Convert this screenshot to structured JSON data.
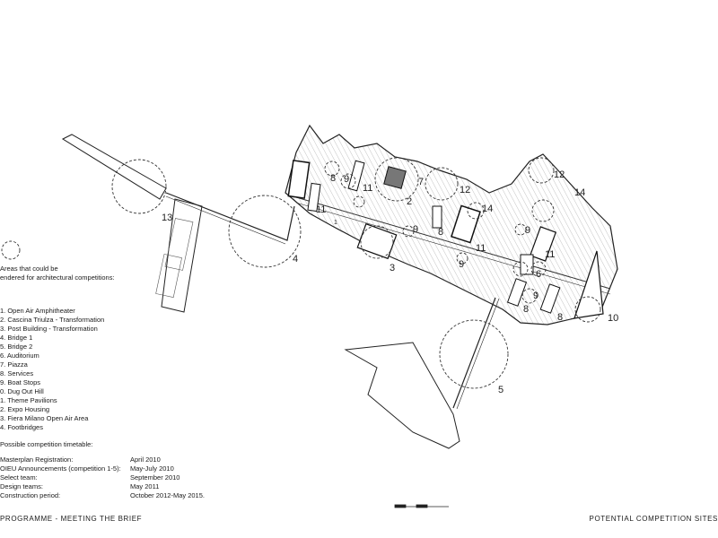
{
  "legend": {
    "heading_line1": "Areas that could be",
    "heading_line2": "endered for architectural competitions:",
    "items": [
      "1. Open Air Amphitheater",
      "2. Cascina Triulza - Transformation",
      "3. Post Building - Transformation",
      "4. Bridge 1",
      "5. Bridge 2",
      "6. Auditorium",
      "7. Piazza",
      "8. Services",
      "9. Boat Stops",
      "0. Dug Out Hill",
      "1. Theme Pavilions",
      "2. Expo Housing",
      "3. Fiera Milano Open Air Area",
      "4. Footbridges"
    ]
  },
  "timetable": {
    "heading": "Possible competition timetable:",
    "rows": [
      {
        "label": "Masterplan Registration:",
        "value": "April 2010"
      },
      {
        "label": "OIEU Announcements (competition 1-5):",
        "value": "May-July 2010"
      },
      {
        "label": "Select team:",
        "value": "September 2010"
      },
      {
        "label": "Design teams:",
        "value": "May 2011"
      },
      {
        "label": "Construction period:",
        "value": "October 2012-May 2015."
      }
    ]
  },
  "footer": {
    "left": "PROGRAMME - MEETING THE BRIEF",
    "right": "POTENTIAL COMPETITION SITES"
  },
  "plan_labels": {
    "site_1": "1",
    "site_2": "2",
    "site_3": "3",
    "site_4": "4",
    "site_5": "5",
    "site_6": "6",
    "site_7": "7",
    "site_8a": "8",
    "site_8b": "8",
    "site_8c": "8",
    "site_8d": "8",
    "site_9a": "9",
    "site_9b": "9",
    "site_9c": "9",
    "site_9d": "9",
    "site_9e": "9",
    "site_10": "10",
    "site_11a": "11",
    "site_11b": "11",
    "site_11c": "11",
    "site_11d": "11",
    "site_12a": "12",
    "site_12b": "12",
    "site_13": "13",
    "site_14a": "14",
    "site_14b": "14"
  }
}
